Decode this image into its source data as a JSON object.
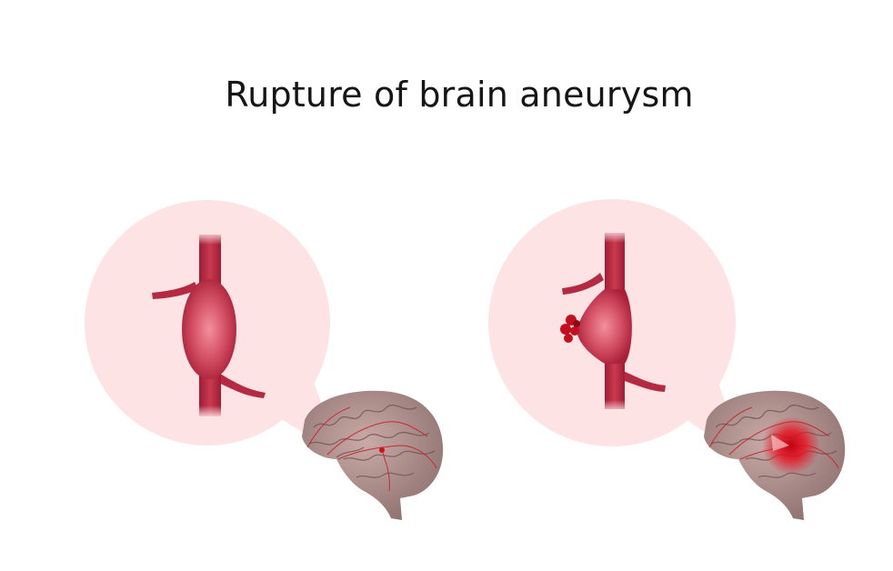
{
  "title": "Rupture of brain aneurysm",
  "panels": [
    {
      "state": "unruptured aneurysm"
    },
    {
      "state": "ruptured aneurysm with hemorrhage"
    }
  ],
  "colors": {
    "bubble": "#fde3e4",
    "vessel": "#b8283f",
    "vessel_highlight": "#f08a98",
    "brain": "#b59794",
    "hemorrhage": "#e0101e"
  }
}
